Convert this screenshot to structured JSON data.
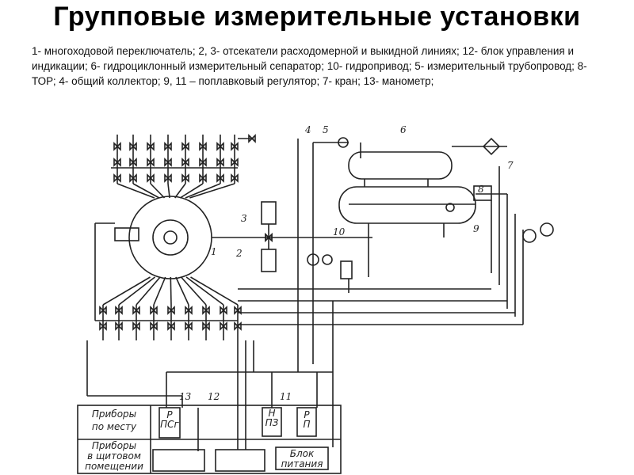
{
  "title": "Групповые измерительные установки",
  "legend": "1- многоходовой переключатель; 2, 3- отсекатели расходомерной и выкидной линиях; 12- блок управления и индикации; 6- гидроциклонный измерительный сепаратор; 10- гидропривод; 5- измерительный трубопровод;  8- ТОР; 4- общий коллектор; 9, 11 – поплавковый регулятор; 7- кран; 13- манометр;",
  "diagram": {
    "numbers": [
      "1",
      "2",
      "3",
      "4",
      "5",
      "6",
      "7",
      "8",
      "9",
      "10",
      "11",
      "12",
      "13"
    ],
    "row_local_1": "Приборы",
    "row_local_2": "по месту",
    "row_panel_1": "Приборы",
    "row_panel_2": "в щитовом",
    "row_panel_3": "помещении",
    "power_1": "Блок",
    "power_2": "питания",
    "gauge13_top": "Р",
    "gauge13_bottom": "ПСг",
    "dev11_top": "Н",
    "dev11_mid": "ПЗ",
    "gauge_p_top": "Р",
    "gauge_p_bottom": "П"
  }
}
